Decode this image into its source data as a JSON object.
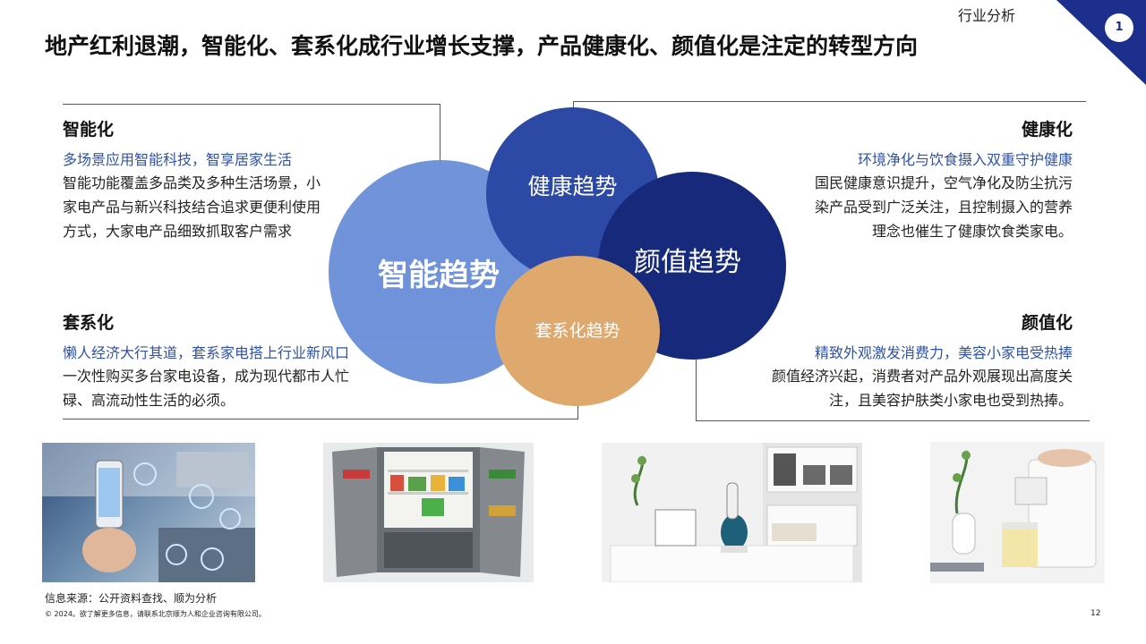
{
  "header": {
    "section": "行业分析",
    "slide_number": "1",
    "title": "地产红利退潮，智能化、套系化成行业增长支撑，产品健康化、颜值化是注定的转型方向"
  },
  "quadrants": {
    "smart": {
      "title": "智能化",
      "subtitle": "多场景应用智能科技，智享居家生活",
      "body_lines": [
        "智能功能覆盖多品类及多种生活场景，小",
        "家电产品与新兴科技结合追求更便利使用",
        "方式，大家电产品细致抓取客户需求"
      ]
    },
    "health": {
      "title": "健康化",
      "subtitle": "环境净化与饮食摄入双重守护健康",
      "body_lines": [
        "国民健康意识提升，空气净化及防尘抗污",
        "染产品受到广泛关注，且控制摄入的营养",
        "理念也催生了健康饮食类家电。"
      ]
    },
    "suite": {
      "title": "套系化",
      "subtitle": "懒人经济大行其道，套系家电搭上行业新风口",
      "body_lines": [
        "一次性购买多台家电设备，成为现代都市人忙",
        "碌、高流动性生活的必须。"
      ]
    },
    "looks": {
      "title": "颜值化",
      "subtitle": "精致外观激发消费力，美容小家电受热捧",
      "body_lines": [
        "颜值经济兴起，消费者对产品外观展现出高度关",
        "注，且美容护肤类小家电也受到热捧。"
      ]
    }
  },
  "circles": {
    "smart": "智能趋势",
    "health": "健康趋势",
    "looks": "颜值趋势",
    "suite": "套系化趋势"
  },
  "colors": {
    "smart_circle": "#6b8fd9",
    "health_circle": "#2c4aa5",
    "looks_circle": "#17297a",
    "suite_circle": "#dfa86c",
    "accent_text": "#2f52a8",
    "corner": "#1c2f8c"
  },
  "footer": {
    "source": "信息来源：公开资料查找、顺为分析",
    "copyright": "© 2024。欲了解更多信息，请联系北京顺为人和企业咨询有限公司。",
    "page_number": "12"
  }
}
